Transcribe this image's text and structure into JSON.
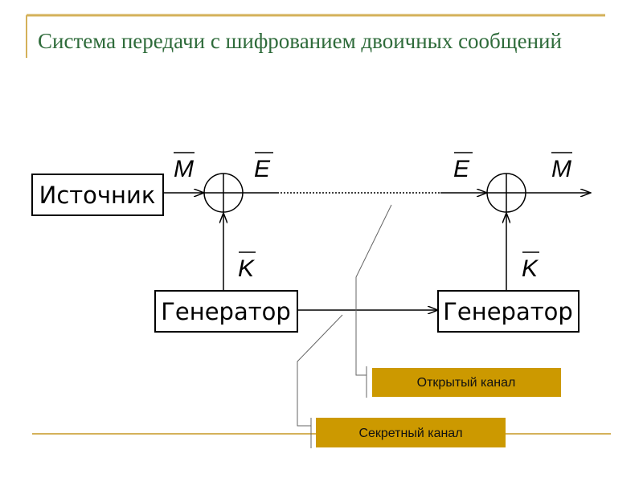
{
  "slide": {
    "title": "Система передачи с шифрованием двоичных сообщений",
    "accent_color": "#D4B15A",
    "title_color": "#2E6B3A",
    "callout_color": "#CC9900"
  },
  "diagram": {
    "source": "Источник",
    "generator_left": "Генератор",
    "generator_right": "Генератор",
    "symbols": {
      "m_left": "M",
      "e_left": "E",
      "e_right": "E",
      "m_right": "M",
      "k_left": "K",
      "k_right": "K"
    },
    "callouts": {
      "open_channel": "Открытый канал",
      "secret_channel": "Секретный канал"
    }
  }
}
